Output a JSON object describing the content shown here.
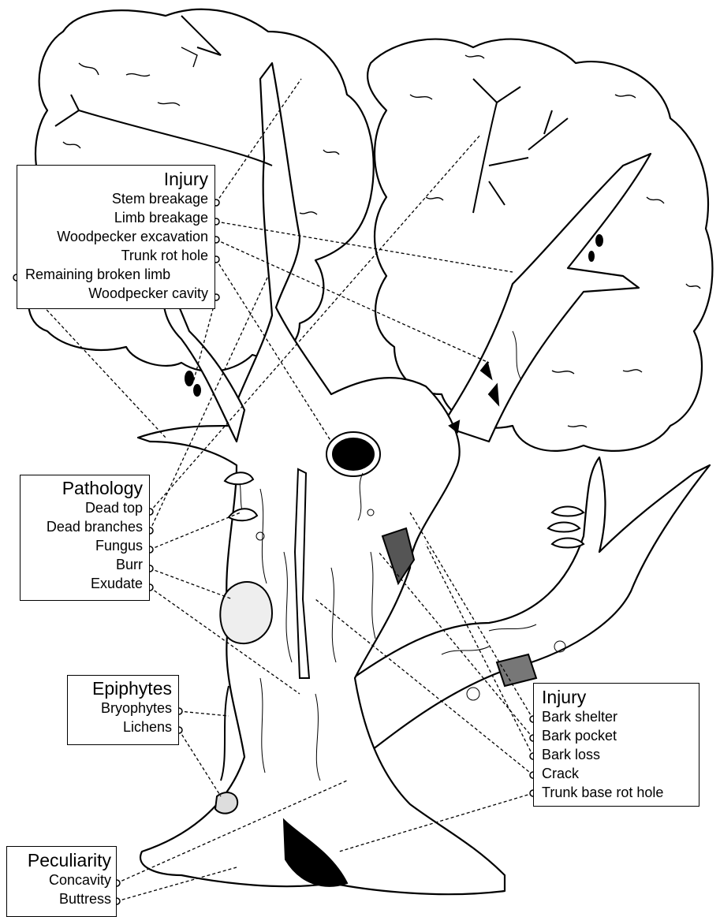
{
  "injury_top": {
    "title": "Injury",
    "items": [
      "Stem breakage",
      "Limb breakage",
      "Woodpecker excavation",
      "Trunk rot hole",
      "Remaining broken limb",
      "Woodpecker cavity"
    ]
  },
  "pathology": {
    "title": "Pathology",
    "items": [
      "Dead top",
      "Dead branches",
      "Fungus",
      "Burr",
      "Exudate"
    ]
  },
  "epiphytes": {
    "title": "Epiphytes",
    "items": [
      "Bryophytes",
      "Lichens"
    ]
  },
  "injury_bottom": {
    "title": "Injury",
    "items": [
      "Bark shelter",
      "Bark pocket",
      "Bark loss",
      "Crack",
      "Trunk base rot hole"
    ]
  },
  "peculiarity": {
    "title": "Peculiarity",
    "items": [
      "Concavity",
      "Buttress"
    ]
  }
}
